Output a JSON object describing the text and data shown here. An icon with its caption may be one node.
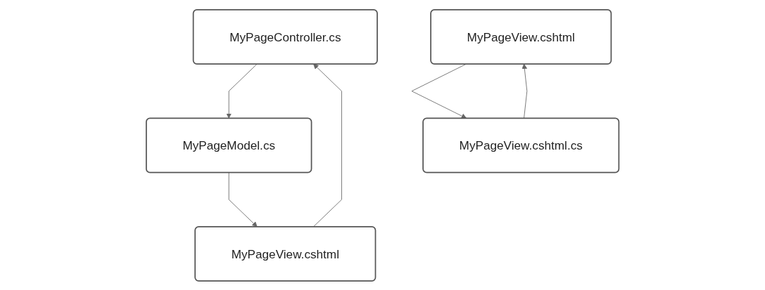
{
  "diagram": {
    "nodes": [
      {
        "text": [
          "MyPageController.cs"
        ]
      },
      {
        "text": [
          "MyPageModel.cs"
        ]
      },
      {
        "text": [
          "MyPageView.cshtml"
        ]
      },
      {
        "text": [
          "MyPageView.cshtml"
        ]
      },
      {
        "text": [
          "MyPageView.cshtml.cs"
        ]
      }
    ],
    "edges": [
      {
        "from": 0,
        "to": 1,
        "arrow": "to"
      },
      {
        "from": 1,
        "to": 2,
        "arrow": "to"
      },
      {
        "from": 2,
        "to": 0,
        "arrow": "to"
      },
      {
        "from": 3,
        "to": 4,
        "arrow": "to"
      },
      {
        "from": 4,
        "to": 3,
        "arrow": "to"
      }
    ]
  }
}
